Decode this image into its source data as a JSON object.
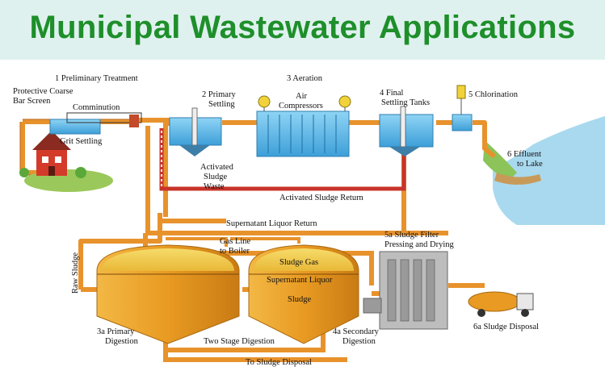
{
  "title": "Municipal Wastewater Applications",
  "labels": {
    "preliminary": "1 Preliminary Treatment",
    "protective_1": "Protective Coarse",
    "protective_2": "Bar Screen",
    "comminution": "Comminution",
    "grit": "Grit Settling",
    "primary_1": "2  Primary",
    "primary_2": "Settling",
    "aeration": "3 Aeration",
    "air_1": "Air",
    "air_2": "Compressors",
    "final_1": "4  Final",
    "final_2": "Settling Tanks",
    "chlorination": "5 Chlorination",
    "effluent_1": "6 Effluent",
    "effluent_2": "to Lake",
    "activated_1": "Activated",
    "activated_2": "Sludge",
    "activated_3": "Waste",
    "return": "Activated Sludge Return",
    "supernatant_return": "Supernatant Liquor Return",
    "raw_sludge": "Raw Sludge",
    "gas_1": "Gas Line",
    "gas_2": "to Boiler",
    "sludge_gas": "Sludge Gas",
    "supernatant_liquor": "Supernatant Liquor",
    "sludge": "Sludge",
    "filter_1": "5a Sludge Filter",
    "filter_2": "Pressing and Drying",
    "primary_dig_1": "3a Primary",
    "primary_dig_2": "Digestion",
    "two_stage": "Two Stage Digestion",
    "secondary_dig_1": "4a Secondary",
    "secondary_dig_2": "Digestion",
    "to_disposal": "To Sludge Disposal",
    "disposal": "6a Sludge Disposal"
  },
  "colors": {
    "pipe": "#e8922c",
    "pipe_edge": "#b8661a",
    "return_pipe": "#c8342a",
    "water": "#69c3ee",
    "water_dark": "#2f93cf",
    "digester": "#e9a12a",
    "digester_top": "#f0c84a",
    "lake": "#a9d9ee",
    "grass": "#9bc85a",
    "house": "#d33a2a",
    "banner_text": "#1e8f2a"
  }
}
